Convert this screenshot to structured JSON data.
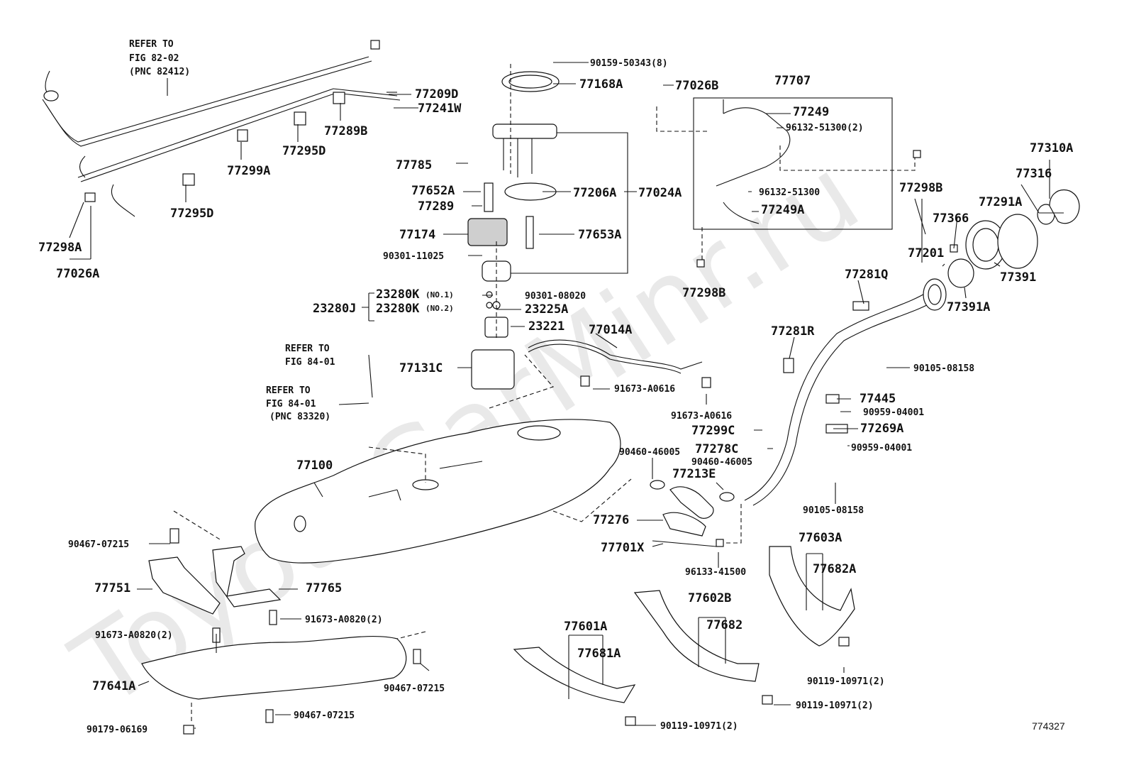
{
  "watermark": "ToyotaGarMinr.ru",
  "diagram_code": "774327",
  "labels": {
    "refer_82": [
      "REFER TO",
      "FIG 82-02",
      "(PNC 82412)"
    ],
    "refer_84a": [
      "REFER TO",
      "FIG 84-01"
    ],
    "refer_84b": [
      "REFER TO",
      "FIG 84-01",
      "(PNC 83320)"
    ],
    "p90159": "90159-50343(8)",
    "p77168A": "77168A",
    "p77026B": "77026B",
    "p77707": "77707",
    "p77249": "77249",
    "p96132a": "96132-51300(2)",
    "p96132b": "96132-51300",
    "p77249A": "77249A",
    "p77298B_top": "77298B",
    "p77298B_mid": "77298B",
    "p77310A": "77310A",
    "p77316": "77316",
    "p77291A": "77291A",
    "p77366": "77366",
    "p77201": "77201",
    "p77391": "77391",
    "p77391A": "77391A",
    "p77209D": "77209D",
    "p77241W": "77241W",
    "p77289B": "77289B",
    "p77295D_top": "77295D",
    "p77299A": "77299A",
    "p77295D_bot": "77295D",
    "p77298A": "77298A",
    "p77026A": "77026A",
    "p77785": "77785",
    "p77652A": "77652A",
    "p77289": "77289",
    "p77206A": "77206A",
    "p77024A": "77024A",
    "p77174": "77174",
    "p77653A": "77653A",
    "p90301_11025": "90301-11025",
    "p23280K1": "23280K",
    "p_no1": "(NO.1)",
    "p90301_08020": "90301-08020",
    "p23280J": "23280J",
    "p23280K2": "23280K",
    "p_no2": "(NO.2)",
    "p23225A": "23225A",
    "p23221": "23221",
    "p77014A": "77014A",
    "p77131C": "77131C",
    "p91673_A0616a": "91673-A0616",
    "p91673_A0616b": "91673-A0616",
    "p77281Q": "77281Q",
    "p77281R": "77281R",
    "p90105_08158a": "90105-08158",
    "p77445": "77445",
    "p90959_04001a": "90959-04001",
    "p77299C": "77299C",
    "p77269A": "77269A",
    "p90959_04001b": "90959-04001",
    "p90460a": "90460-46005",
    "p77278C": "77278C",
    "p90460b": "90460-46005",
    "p77213E": "77213E",
    "p90105_08158b": "90105-08158",
    "p77100": "77100",
    "p77276": "77276",
    "p77701X": "77701X",
    "p96133": "96133-41500",
    "p77603A": "77603A",
    "p77682A": "77682A",
    "p90467a": "90467-07215",
    "p77765": "77765",
    "p77751": "77751",
    "p91673_A0820a": "91673-A0820(2)",
    "p91673_A0820b": "91673-A0820(2)",
    "p77602B": "77602B",
    "p77682": "77682",
    "p77601A": "77601A",
    "p77681A": "77681A",
    "p90119a": "90119-10971(2)",
    "p90119b": "90119-10971(2)",
    "p90119c": "90119-10971(2)",
    "p77641A": "77641A",
    "p90467b": "90467-07215",
    "p90467c": "90467-07215",
    "p90179": "90179-06169"
  }
}
